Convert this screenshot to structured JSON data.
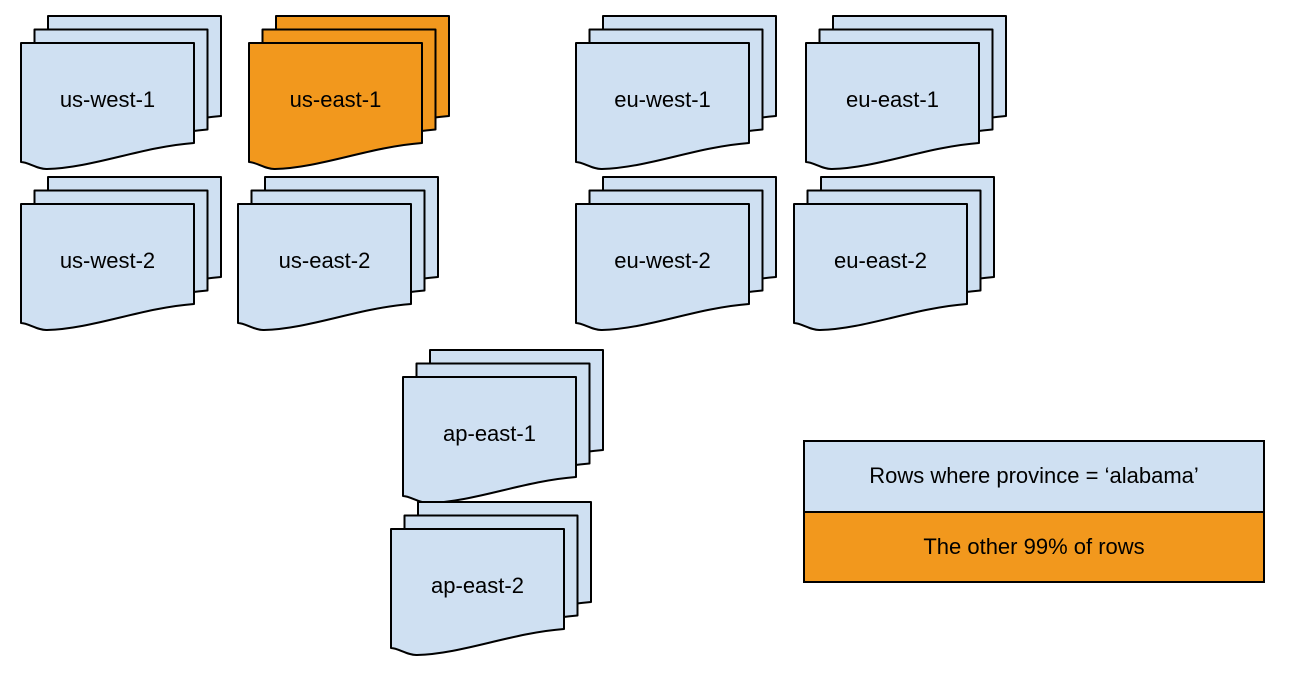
{
  "diagram": {
    "stacks": [
      {
        "label": "us-west-1",
        "fill": "light_blue"
      },
      {
        "label": "us-east-1",
        "fill": "orange"
      },
      {
        "label": "eu-west-1",
        "fill": "light_blue"
      },
      {
        "label": "eu-east-1",
        "fill": "light_blue"
      },
      {
        "label": "us-west-2",
        "fill": "light_blue"
      },
      {
        "label": "us-east-2",
        "fill": "light_blue"
      },
      {
        "label": "eu-west-2",
        "fill": "light_blue"
      },
      {
        "label": "eu-east-2",
        "fill": "light_blue"
      },
      {
        "label": "ap-east-1",
        "fill": "light_blue"
      },
      {
        "label": "ap-east-2",
        "fill": "light_blue"
      }
    ],
    "colors": {
      "light_blue": "#cfe0f2",
      "orange": "#f2981d",
      "outline": "#000000",
      "text": "#000000",
      "background": "#ffffff"
    }
  },
  "legend": {
    "items": [
      {
        "label": "Rows where province = ‘alabama’",
        "swatch": "light_blue"
      },
      {
        "label": "The other 99% of rows",
        "swatch": "orange"
      }
    ]
  }
}
